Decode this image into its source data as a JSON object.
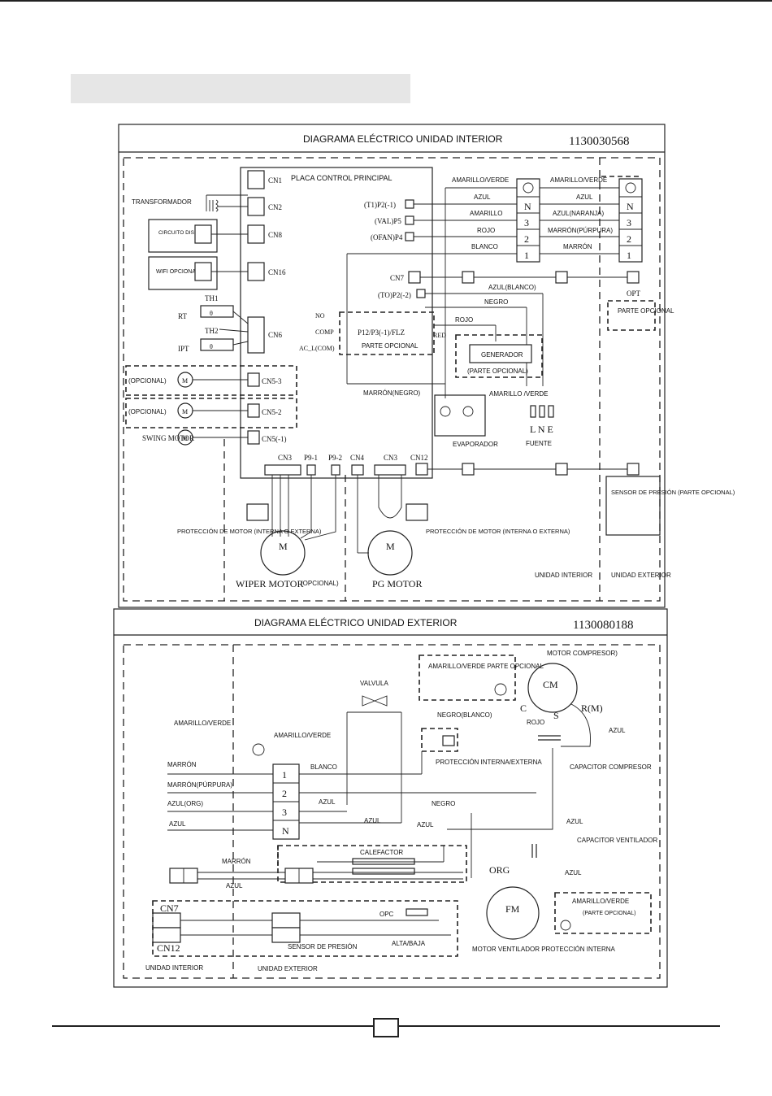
{
  "page": {
    "page_number": ""
  },
  "indoor": {
    "title": "DIAGRAMA ELÉCTRICO UNIDAD INTERIOR",
    "code": "1130030568",
    "main_board": "PLACA CONTROL PRINCIPAL",
    "transformer": "TRANSFORMADOR",
    "display": "CIRCUITO DISPLAY",
    "wifi": "WIFI OPCIONAL",
    "connectors": [
      "CN1",
      "CN2",
      "CN8",
      "CN16",
      "CN6",
      "CN5-3",
      "CN5-2",
      "CN5(-1)",
      "CN7",
      "CN3",
      "P9-1",
      "P9-2",
      "CN4",
      "CN3",
      "CN12"
    ],
    "rt": "RT",
    "ipt": "IPT",
    "th1": "TH1",
    "th2": "TH2",
    "optional": "(OPCIONAL)",
    "swing_motor": "SWING MOTOR",
    "p_labels": [
      "(T1)P2(-1)",
      "(VAL)P5",
      "(OFAN)P4",
      "(TO)P2(-2)"
    ],
    "no": "NO",
    "comp": "COMP",
    "ac_l": "AC_L(COM)",
    "flz": "P12/P3(-1)/FLZ",
    "parte_opcional": "PARTE OPCIONAL",
    "generator": "GENERADOR",
    "generator_opt": "(PARTE OPCIONAL)",
    "red": "RED",
    "wires_left": [
      "AMARILLO/VERDE",
      "AZUL",
      "AMARILLO",
      "ROJO",
      "BLANCO"
    ],
    "wires_right": [
      "AMARILLO/VERDE",
      "AZUL",
      "AZUL(NARANJA)",
      "MARRÓN(PÚRPURA)",
      "MARRÓN"
    ],
    "terminals": [
      "N",
      "3",
      "2",
      "1"
    ],
    "azul_blanco": "AZUL(BLANCO)",
    "negro": "NEGRO",
    "rojo": "ROJO",
    "marron_negro": "MARRÓN(NEGRO)",
    "amarillo_verde": "AMARILLO /VERDE",
    "evaporador": "EVAPORADOR",
    "fuente": "FUENTE",
    "lne": "L N E",
    "opt": "OPT",
    "parte_opcional2": "PARTE OPCIONAL",
    "sensor": "SENSOR DE PRESIÓN (PARTE OPCIONAL)",
    "motor_protection": "PROTECCIÓN DE MOTOR (INTERNA O EXTERNA)",
    "wiper_motor": "WIPER MOTOR",
    "pg_motor": "PG MOTOR",
    "m": "M",
    "unidad_interior": "UNIDAD INTERIOR",
    "unidad_exterior": "UNIDAD EXTERIOR"
  },
  "outdoor": {
    "title": "DIAGRAMA ELÉCTRICO UNIDAD EXTERIOR",
    "code": "1130080188",
    "motor_compresor": "MOTOR COMPRESOR)",
    "amarillo_verde_opt": "AMARILLO/VERDE PARTE OPCIONAL",
    "valvula": "VALVULA",
    "amarillo_verde": "AMARILLO/VERDE",
    "negro_blanco": "NEGRO(BLANCO)",
    "rojo": "ROJO",
    "azul": "AZUL",
    "proteccion": "PROTECCIÓN INTERNA/EXTERNA",
    "capacitor_compresor": "CAPACITOR COMPRESOR",
    "capacitor_ventilador": "CAPACITOR VENTILADOR",
    "wires": [
      "MARRÓN",
      "MARRÓN(PÚRPURA)",
      "AZUL(ORG)",
      "AZUL"
    ],
    "blanco": "BLANCO",
    "negro": "NEGRO",
    "terminals": [
      "1",
      "2",
      "3",
      "N"
    ],
    "calefactor": "CALEFACTOR",
    "marron": "MARRÓN",
    "org": "ORG",
    "cm": "CM",
    "c": "C",
    "s": "S",
    "rm": "R(M)",
    "fm": "FM",
    "amarillo_verde_parte": "AMARILLO/VERDE",
    "parte_opcional": "(PARTE OPCIONAL)",
    "cn7": "CN7",
    "cn12": "CN12",
    "opc": "OPC",
    "sensor": "SENSOR DE PRESIÓN",
    "alta_baja": "ALTA/BAJA",
    "motor_ventilador": "MOTOR VENTILADOR PROTECCIÓN INTERNA",
    "unidad_interior": "UNIDAD INTERIOR",
    "unidad_exterior": "UNIDAD EXTERIOR"
  }
}
